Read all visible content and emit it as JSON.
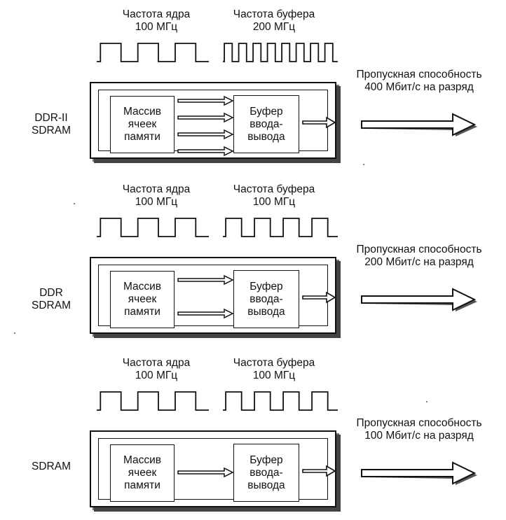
{
  "sections": [
    {
      "type_label": "DDR-II\nSDRAM",
      "core_freq": "Частота ядра\n100 МГц",
      "buffer_freq": "Частота буфера\n200 МГц",
      "memory_array": "Массив\nячеек\nпамяти",
      "io_buffer": "Буфер\nввода-\nвывода",
      "bandwidth": "Пропускная способность\n400 Мбит/с на разряд",
      "parallel_lines": 4,
      "buffer_pulses": 8
    },
    {
      "type_label": "DDR\nSDRAM",
      "core_freq": "Частота ядра\n100 МГц",
      "buffer_freq": "Частота буфера\n100 МГц",
      "memory_array": "Массив\nячеек\nпамяти",
      "io_buffer": "Буфер\nввода-\nвывода",
      "bandwidth": "Пропускная способность\n200 Мбит/с на разряд",
      "parallel_lines": 2,
      "buffer_pulses": 4
    },
    {
      "type_label": "SDRAM",
      "core_freq": "Частота ядра\n100 МГц",
      "buffer_freq": "Частота буфера\n100 МГц",
      "memory_array": "Массив\nячеек\nпамяти",
      "io_buffer": "Буфер\nввода-\nвывода",
      "bandwidth": "Пропускная способность\n100 Мбит/с на разряд",
      "parallel_lines": 1,
      "buffer_pulses": 4
    }
  ]
}
